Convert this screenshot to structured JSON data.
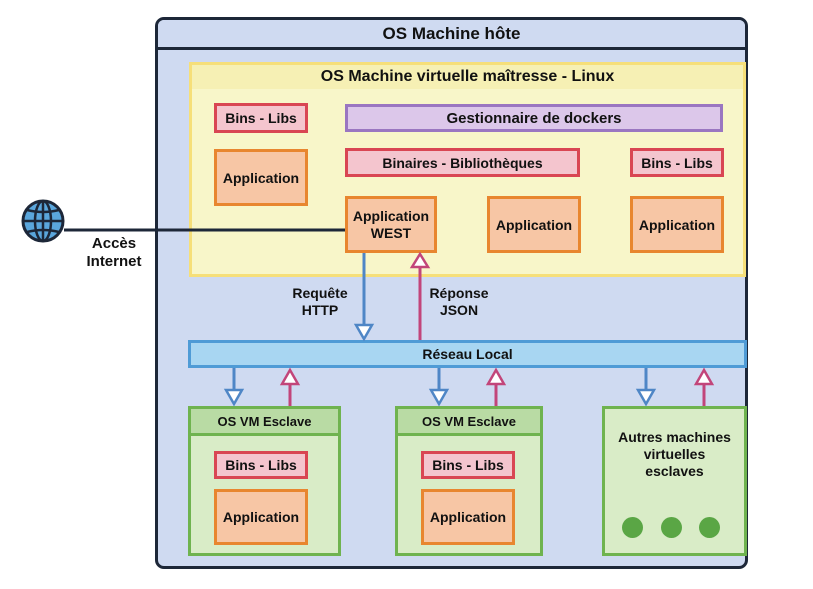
{
  "host": {
    "title": "OS Machine hôte"
  },
  "master": {
    "title": "OS Machine virtuelle maîtresse - Linux",
    "bins_libs_1": "Bins - Libs",
    "docker_manager": "Gestionnaire de dockers",
    "application_1": "Application",
    "binaries_libraries": "Binaires - Bibliothèques",
    "bins_libs_2": "Bins - Libs",
    "app_west_line1": "Application",
    "app_west_line2": "WEST",
    "application_2": "Application",
    "application_3": "Application"
  },
  "internet": {
    "label_line1": "Accès",
    "label_line2": "Internet"
  },
  "flows": {
    "request_line1": "Requête",
    "request_line2": "HTTP",
    "response_line1": "Réponse",
    "response_line2": "JSON"
  },
  "network": {
    "label": "Réseau Local"
  },
  "slaves": [
    {
      "title": "OS VM Esclave",
      "bins_libs": "Bins - Libs",
      "application": "Application"
    },
    {
      "title": "OS VM Esclave",
      "bins_libs": "Bins - Libs",
      "application": "Application"
    }
  ],
  "others": {
    "line1": "Autres machines",
    "line2": "virtuelles",
    "line3": "esclaves"
  },
  "colors": {
    "host_bg": "#cfdaf1",
    "master_bg": "#f8f6c9",
    "network": "#a8d6f2",
    "request_arrow": "#4f86c6",
    "response_arrow": "#c2457a",
    "slave_bg": "#d9ecc7"
  }
}
